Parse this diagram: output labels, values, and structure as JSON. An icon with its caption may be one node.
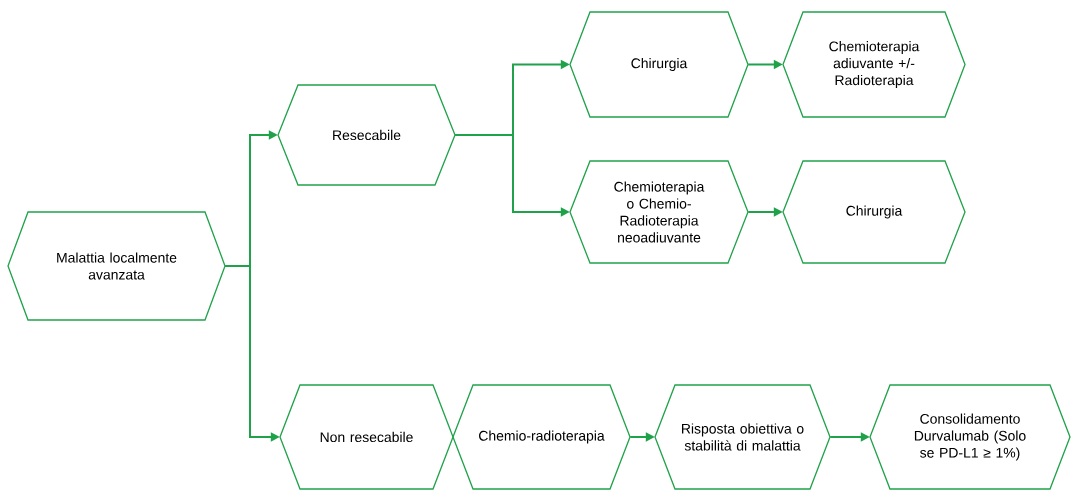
{
  "diagram": {
    "nodes": [
      {
        "text": [
          "Malattia localmente avanzata"
        ]
      },
      {
        "text": [
          "Resecabile"
        ]
      },
      {
        "text": [
          "Chirurgia"
        ]
      },
      {
        "text": [
          "Chemioterapia adiuvante +/- Radioterapia"
        ]
      },
      {
        "text": [
          "Chemioterapia o Chemio-Radioterapia neoadiuvante"
        ]
      },
      {
        "text": [
          "Chirurgia"
        ]
      },
      {
        "text": [
          "Non resecabile"
        ]
      },
      {
        "text": [
          "Chemio-radioterapia"
        ]
      },
      {
        "text": [
          "Risposta obiettiva o stabilità di malattia"
        ]
      },
      {
        "text": [
          "Consolidamento Durvalumab (Solo se PD-L1 ≥ 1%)"
        ]
      }
    ],
    "edges": [
      {
        "from": 0,
        "to": 1,
        "arrow": "to"
      },
      {
        "from": 0,
        "to": 6,
        "arrow": "to"
      },
      {
        "from": 1,
        "to": 2,
        "arrow": "to"
      },
      {
        "from": 1,
        "to": 4,
        "arrow": "to"
      },
      {
        "from": 2,
        "to": 3,
        "arrow": "to"
      },
      {
        "from": 4,
        "to": 5,
        "arrow": "to"
      },
      {
        "from": 7,
        "to": 8,
        "arrow": "to"
      },
      {
        "from": 8,
        "to": 9,
        "arrow": "to"
      }
    ]
  }
}
